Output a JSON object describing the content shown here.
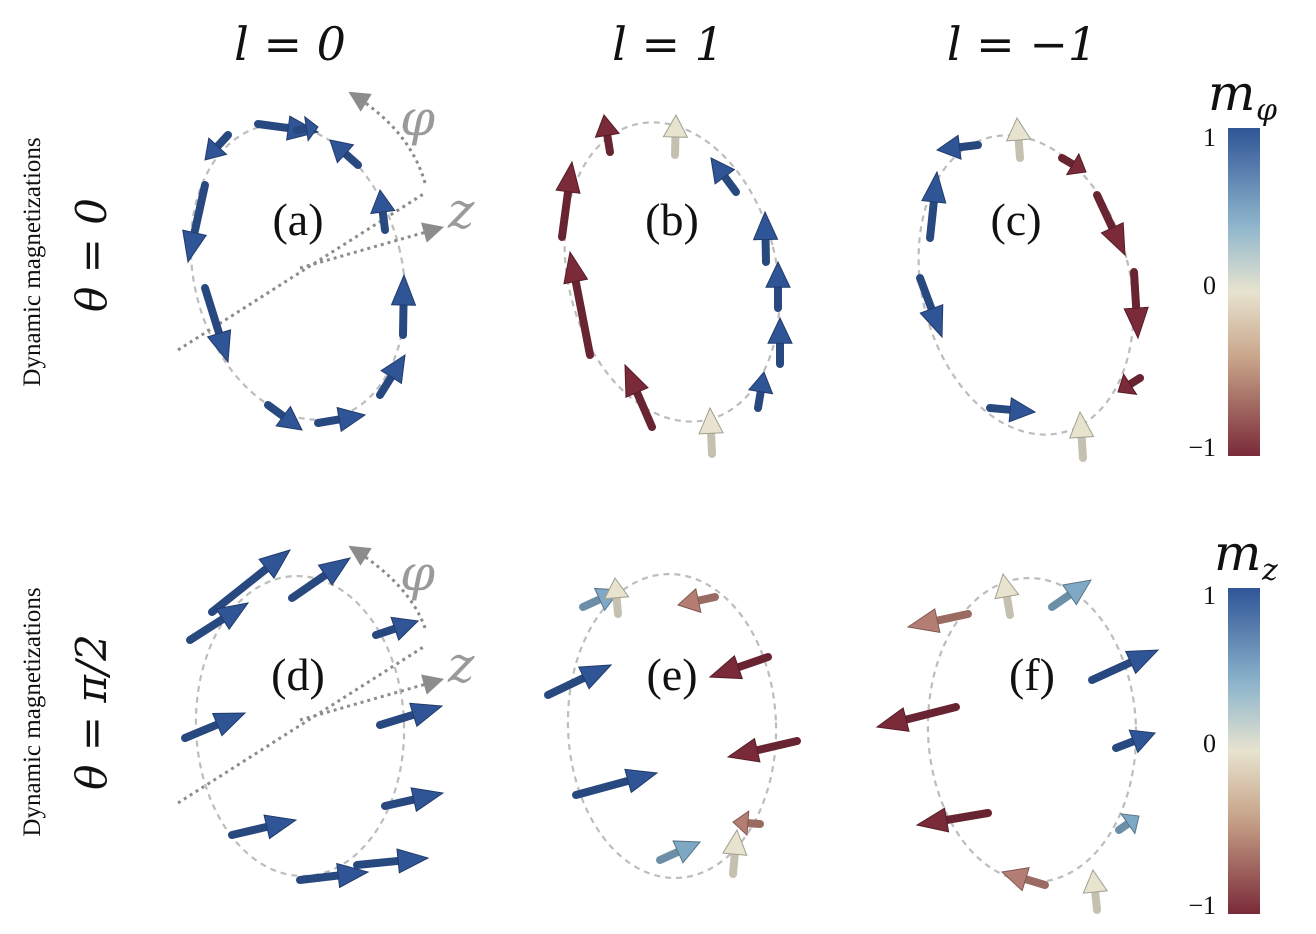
{
  "columns": [
    "l = 0",
    "l = 1",
    "l = −1"
  ],
  "rows": [
    {
      "side_label": "Dynamic magnetizations",
      "theta": "θ = 0",
      "panels": [
        "(a)",
        "(b)",
        "(c)"
      ]
    },
    {
      "side_label": "Dynamic magnetizations",
      "theta": "θ = π/2",
      "panels": [
        "(d)",
        "(e)",
        "(f)"
      ]
    }
  ],
  "axis_labels": {
    "phi": "φ",
    "z": "z"
  },
  "colorbars": [
    {
      "symbol": "m",
      "subscript": "φ",
      "max_label": "1",
      "mid_label": "0",
      "min_label": "−1"
    },
    {
      "symbol": "m",
      "subscript": "z",
      "max_label": "1",
      "mid_label": "0",
      "min_label": "−1"
    }
  ],
  "colors": {
    "positive": "#2f5597",
    "zero": "#e7e3cf",
    "negative": "#7a2a38",
    "ring": "#bdbdbd",
    "axis": "#8c8c8c"
  }
}
